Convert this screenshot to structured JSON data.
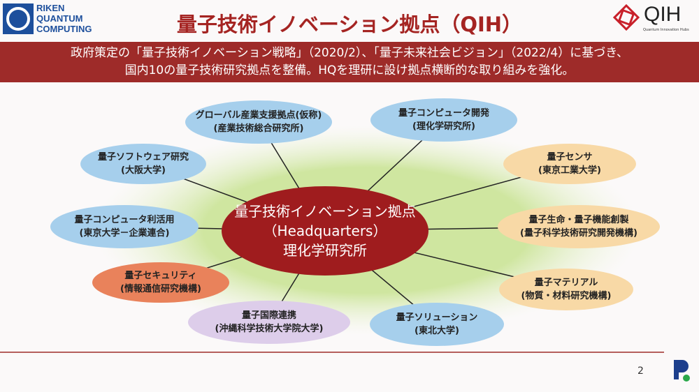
{
  "header": {
    "org_logo": "RIKEN QUANTUM COMPUTING",
    "org_lines": [
      "RIKEN",
      "QUANTUM",
      "COMPUTING"
    ],
    "title": "量子技術イノベーション拠点（QIH）",
    "qih_logo": "QIH",
    "qih_logo_sub": "Quantum Innovation Hubs"
  },
  "banner": {
    "line1": "政府策定の「量子技術イノベーション戦略」（2020/2）、「量子未来社会ビジョン」（2022/4）に基づき、",
    "line2": "国内10の量子技術研究拠点を整備。HQを理研に設け拠点横断的な取り組みを強化。"
  },
  "center": {
    "line1": "量子技術イノベーション拠点",
    "line2": "（Headquarters）",
    "line3": "理化学研究所"
  },
  "hubs": [
    {
      "name": "グローバル産業支援拠点(仮称)",
      "org": "(産業技術総合研究所)"
    },
    {
      "name": "量子コンピュータ開発",
      "org": "(理化学研究所)"
    },
    {
      "name": "量子ソフトウェア研究",
      "org": "(大阪大学)"
    },
    {
      "name": "量子センサ",
      "org": "(東京工業大学)"
    },
    {
      "name": "量子コンピュータ利活用",
      "org": "(東京大学－企業連合)"
    },
    {
      "name": "量子生命・量子機能創製",
      "org": "(量子科学技術研究開発機構)"
    },
    {
      "name": "量子セキュリティ",
      "org": "(情報通信研究機構)"
    },
    {
      "name": "量子マテリアル",
      "org": "(物質・材料研究機構)"
    },
    {
      "name": "量子国際連携",
      "org": "(沖縄科学技術大学院大学)"
    },
    {
      "name": "量子ソリューション",
      "org": "(東北大学)"
    }
  ],
  "footer": {
    "page": "2",
    "riken_logo": "RIKEN"
  }
}
